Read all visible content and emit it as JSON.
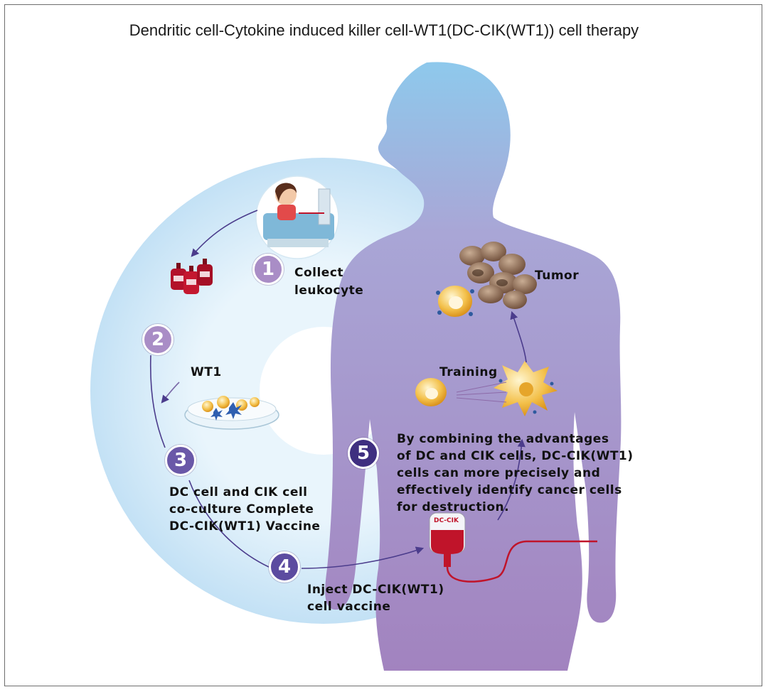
{
  "title": "Dendritic cell-Cytokine induced killer cell-WT1(DC-CIK(WT1)) cell therapy",
  "colors": {
    "ring": "#c9e4f6",
    "body_top": "#8ec9ec",
    "body_bottom": "#a283bf",
    "step_light": "#a98dc6",
    "step_dark": "#4b3c8c",
    "arrow": "#4b3c8c",
    "tube": "#c0142a",
    "tumor": "#8a6a55"
  },
  "steps": [
    {
      "number": "1",
      "lines": [
        "Collect",
        "leukocyte"
      ]
    },
    {
      "number": "2",
      "lines": [
        "WT1"
      ]
    },
    {
      "number": "3",
      "lines": [
        "DC cell and CIK cell",
        "co-culture Complete",
        "DC-CIK(WT1) Vaccine"
      ]
    },
    {
      "number": "4",
      "lines": [
        "Inject DC-CIK(WT1)",
        "cell vaccine"
      ]
    },
    {
      "number": "5",
      "lines": [
        "By combining the advantages",
        "of DC and CIK cells, DC-CIK(WT1)",
        "cells can more precisely and",
        "effectively identify cancer cells",
        "for destruction."
      ]
    }
  ],
  "labels": {
    "tumor": "Tumor",
    "training": "Training",
    "bag": "DC-CIK"
  }
}
